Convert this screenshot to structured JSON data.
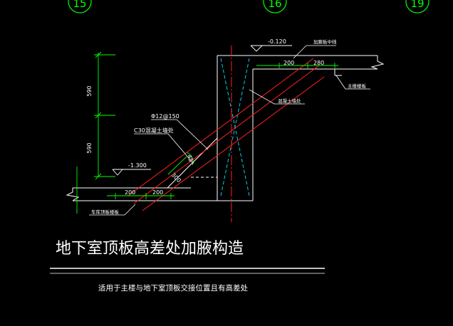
{
  "colors": {
    "background": "#000000",
    "structure": "#ffffff",
    "axis_circle": "#00ff00",
    "dimension": "#00ff00",
    "rebar": "#ff2020",
    "centerline": "#ff2020",
    "haunch_aux": "#00e5ff"
  },
  "axis_labels": [
    "15",
    "16",
    "19"
  ],
  "elevations": {
    "top": "-0.120",
    "bottom": "-1.300"
  },
  "dimensions": {
    "vertical_upper": "590",
    "vertical_lower": "590",
    "top_left": "200",
    "top_right": "280",
    "bottom_left": "200",
    "bottom_right": "200",
    "slope_length": "300",
    "slope_angle": "45°"
  },
  "annotations": {
    "top_centerline": "加腋板中线",
    "main_building_slab": "主楼楼板",
    "slab_rebar_top": "混凝土墙处",
    "rebar_spec": "Φ12@150",
    "concrete_grade": "C30混凝土墙处",
    "basement_roof_slab": "车库顶板楼板"
  },
  "title": "地下室顶板高差处加腋构造",
  "subtitle": "适用于主楼与地下室顶板交接位置且有高差处"
}
